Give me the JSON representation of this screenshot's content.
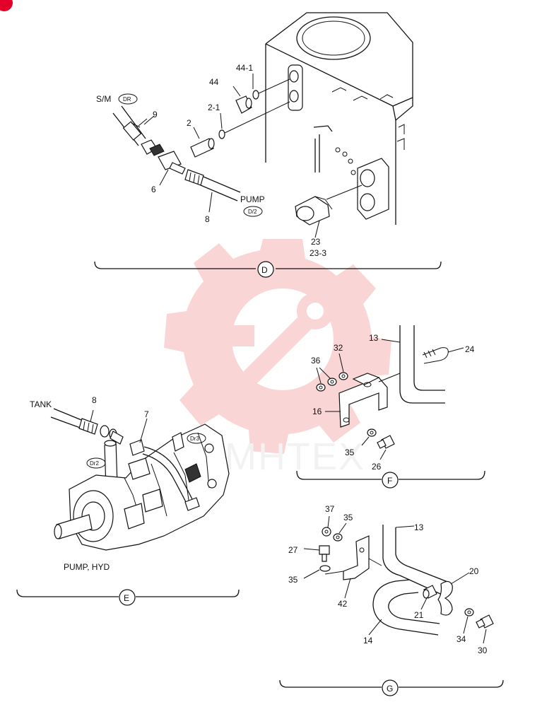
{
  "sections": {
    "d": {
      "marker": "D",
      "labels": {
        "sm": "S/M",
        "dr": "DR",
        "pump": "PUMP",
        "d2": "D/2",
        "p9": "9",
        "p2": "2",
        "p2_1": "2-1",
        "p44": "44",
        "p44_1": "44-1",
        "p6": "6",
        "p8": "8",
        "p23": "23",
        "p23_3": "23-3"
      }
    },
    "e": {
      "marker": "E",
      "labels": {
        "tank": "TANK",
        "p8": "8",
        "p7": "7",
        "dr2": "Dr2",
        "dr3": "Dr3",
        "caption": "PUMP, HYD"
      }
    },
    "f": {
      "marker": "F",
      "labels": {
        "p13": "13",
        "p24": "24",
        "p36": "36",
        "p32": "32",
        "p16": "16",
        "p35": "35",
        "p26": "26"
      }
    },
    "g": {
      "marker": "G",
      "labels": {
        "p37": "37",
        "p35a": "35",
        "p13": "13",
        "p27": "27",
        "p35b": "35",
        "p42": "42",
        "p20": "20",
        "p21": "21",
        "p14": "14",
        "p34": "34",
        "p30": "30"
      }
    }
  },
  "watermark": {
    "text": "MHTEX",
    "color": "#f08080"
  },
  "colors": {
    "line": "#111111",
    "accent": "#e3002b"
  }
}
